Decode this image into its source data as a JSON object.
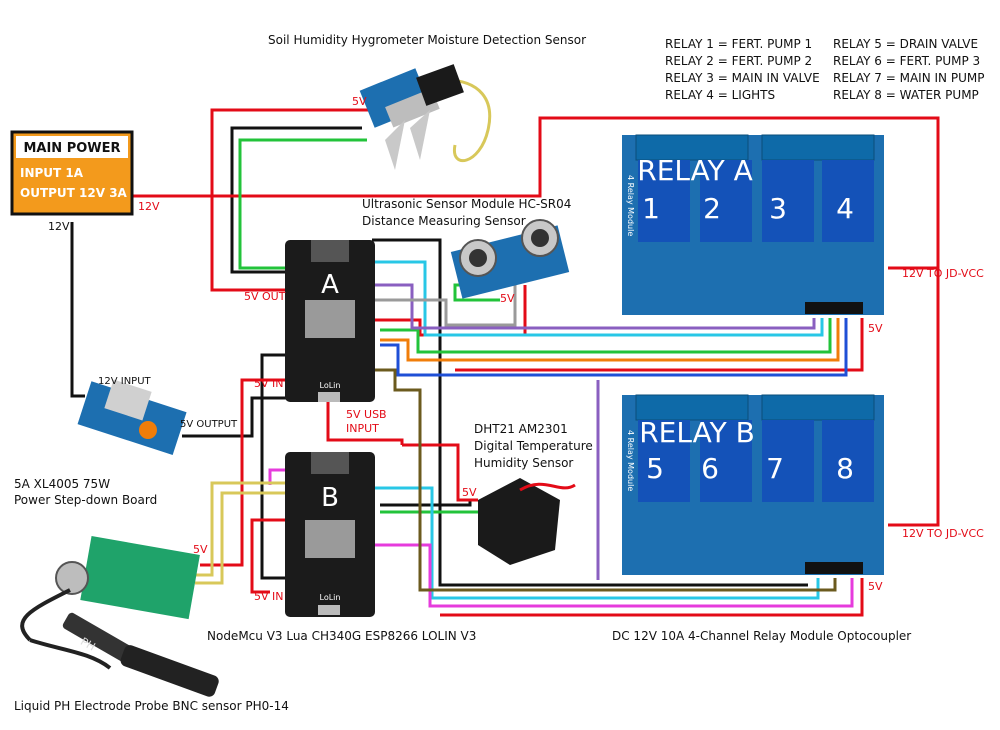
{
  "labels": {
    "soil_sensor": "Soil Humidity Hygrometer Moisture Detection Sensor",
    "ultrasonic_line1": "Ultrasonic Sensor Module HC-SR04",
    "ultrasonic_line2": "Distance Measuring Sensor",
    "dht_line1": "DHT21 AM2301",
    "dht_line2": "Digital Temperature",
    "dht_line3": "Humidity Sensor",
    "stepdown_line1": "5A XL4005 75W",
    "stepdown_line2": "Power Step-down Board",
    "nodemcu": "NodeMcu V3 Lua CH340G ESP8266 LOLIN V3",
    "relay_module": "DC 12V 10A 4-Channel Relay Module Optocoupler",
    "ph_probe": "Liquid PH Electrode Probe BNC sensor PH0-14"
  },
  "main_power": {
    "title": "MAIN POWER",
    "input": "INPUT 1A",
    "output": "OUTPUT 12V 3A"
  },
  "wire_labels": {
    "v12_a": "12V",
    "v12_b": "12V",
    "v5_top": "5V",
    "v5_out": "5V OUT",
    "v5_in_a": "5V IN",
    "v5_usb_1": "5V USB",
    "v5_usb_2": "INPUT",
    "v5_in_b": "5V IN",
    "v5_ph": "5V",
    "v5_ultra": "5V",
    "v5_dht": "5V",
    "v5_relay_a": "5V",
    "v5_relay_b": "5V",
    "jd_vcc_a": "12V TO JD-VCC",
    "jd_vcc_b": "12V TO JD-VCC",
    "input_12v": "12V INPUT",
    "output_5v": "5V OUTPUT"
  },
  "relay_legend": [
    "RELAY 1 = FERT. PUMP 1",
    "RELAY 2 = FERT. PUMP 2",
    "RELAY 3 = MAIN IN VALVE",
    "RELAY 4 = LIGHTS",
    "RELAY 5 = DRAIN VALVE",
    "RELAY 6 = FERT. PUMP 3",
    "RELAY 7 = MAIN IN PUMP",
    "RELAY 8 = WATER PUMP"
  ],
  "relay_a": {
    "title": "RELAY A",
    "channels": [
      "1",
      "2",
      "3",
      "4"
    ],
    "side_text": "4 Relay Module"
  },
  "relay_b": {
    "title": "RELAY B",
    "channels": [
      "5",
      "6",
      "7",
      "8"
    ],
    "side_text": "4 Relay Module"
  },
  "board_a": {
    "letter": "A",
    "brand": "LoLin"
  },
  "board_b": {
    "letter": "B",
    "brand": "LoLin"
  },
  "ph_probe_mark": "PH",
  "colors": {
    "red_wire": "#e30b17",
    "black_wire": "#111111",
    "green_wire": "#22c33a",
    "orange_wire": "#f07d0a",
    "blue_wire": "#1f4fd6",
    "cyan_wire": "#28c7e6",
    "purple_wire": "#8a5fc0",
    "gray_wire": "#9a9a9a",
    "magenta_wire": "#e63bdc",
    "olive_wire": "#6b5a1e",
    "yellow_wire": "#d8c85a",
    "relay_board": "#1d6fb0",
    "nodemcu_board": "#1b1b1b",
    "main_power_bg": "#f39a1c"
  }
}
